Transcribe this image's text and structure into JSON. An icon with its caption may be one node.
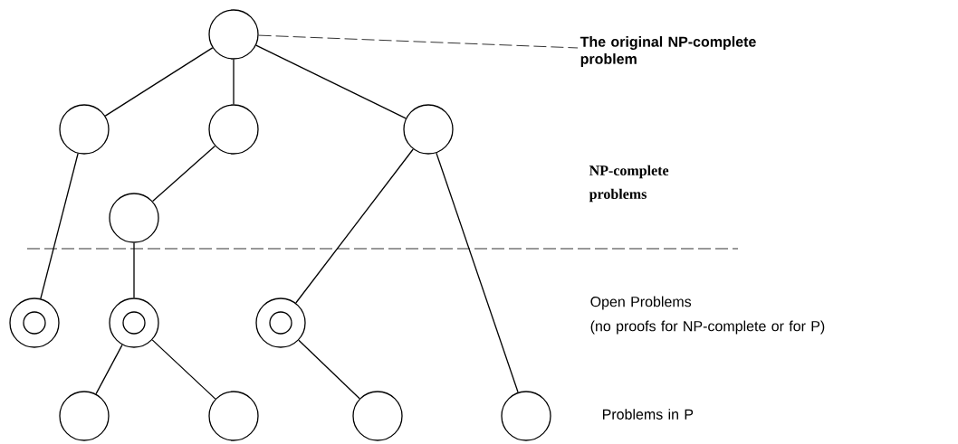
{
  "diagram": {
    "nodes": [
      {
        "text": [],
        "shape": "circle"
      },
      {
        "text": [
          "The original NP-complete problem"
        ]
      },
      {
        "text": [],
        "shape": "circle"
      },
      {
        "text": [],
        "shape": "circle"
      },
      {
        "text": [],
        "shape": "circle"
      },
      {
        "text": [],
        "shape": "circle"
      },
      {
        "text": [],
        "shape": "ring"
      },
      {
        "text": [],
        "shape": "ring"
      },
      {
        "text": [],
        "shape": "ring"
      },
      {
        "text": [],
        "shape": "circle"
      },
      {
        "text": [],
        "shape": "circle"
      },
      {
        "text": [],
        "shape": "circle"
      },
      {
        "text": [],
        "shape": "circle"
      }
    ],
    "edges": [
      {
        "from": 0,
        "to": 1,
        "arrow": "none",
        "style": "dashed"
      },
      {
        "from": 0,
        "to": 2,
        "arrow": "none"
      },
      {
        "from": 0,
        "to": 3,
        "arrow": "none"
      },
      {
        "from": 0,
        "to": 4,
        "arrow": "none"
      },
      {
        "from": 2,
        "to": 6,
        "arrow": "none"
      },
      {
        "from": 3,
        "to": 5,
        "arrow": "none"
      },
      {
        "from": 5,
        "to": 7,
        "arrow": "none"
      },
      {
        "from": 4,
        "to": 8,
        "arrow": "none"
      },
      {
        "from": 4,
        "to": 12,
        "arrow": "none"
      },
      {
        "from": 7,
        "to": 9,
        "arrow": "none"
      },
      {
        "from": 7,
        "to": 10,
        "arrow": "none"
      },
      {
        "from": 8,
        "to": 11,
        "arrow": "none"
      }
    ],
    "labels": [
      "NP-complete problems",
      "Open Problems",
      "(no proofs for NP-complete or for P)",
      "Problems in P"
    ]
  }
}
